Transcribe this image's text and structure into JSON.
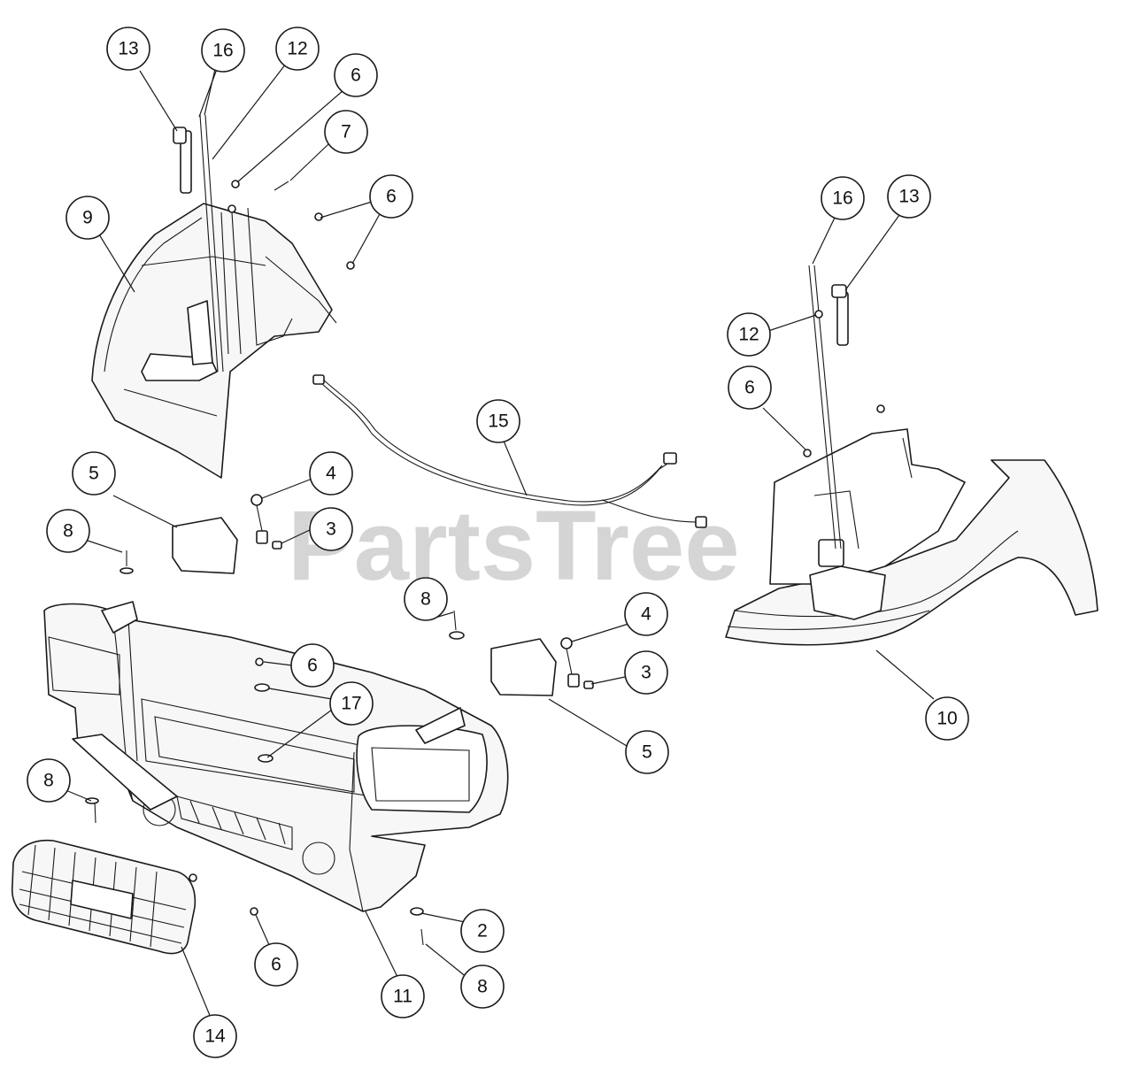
{
  "watermark": "PartsTree",
  "callouts": [
    {
      "id": "c13a",
      "label": "13"
    },
    {
      "id": "c16a",
      "label": "16"
    },
    {
      "id": "c12a",
      "label": "12"
    },
    {
      "id": "c6a",
      "label": "6"
    },
    {
      "id": "c7",
      "label": "7"
    },
    {
      "id": "c6b",
      "label": "6"
    },
    {
      "id": "c9",
      "label": "9"
    },
    {
      "id": "c16b",
      "label": "16"
    },
    {
      "id": "c13b",
      "label": "13"
    },
    {
      "id": "c12b",
      "label": "12"
    },
    {
      "id": "c6c",
      "label": "6"
    },
    {
      "id": "c15",
      "label": "15"
    },
    {
      "id": "c5a",
      "label": "5"
    },
    {
      "id": "c4a",
      "label": "4"
    },
    {
      "id": "c3a",
      "label": "3"
    },
    {
      "id": "c8a",
      "label": "8"
    },
    {
      "id": "c8b",
      "label": "8"
    },
    {
      "id": "c4b",
      "label": "4"
    },
    {
      "id": "c3b",
      "label": "3"
    },
    {
      "id": "c6d",
      "label": "6"
    },
    {
      "id": "c17",
      "label": "17"
    },
    {
      "id": "c5b",
      "label": "5"
    },
    {
      "id": "c10",
      "label": "10"
    },
    {
      "id": "c8c",
      "label": "8"
    },
    {
      "id": "c2",
      "label": "2"
    },
    {
      "id": "c8d",
      "label": "8"
    },
    {
      "id": "c6e",
      "label": "6"
    },
    {
      "id": "c11",
      "label": "11"
    },
    {
      "id": "c14",
      "label": "14"
    }
  ]
}
